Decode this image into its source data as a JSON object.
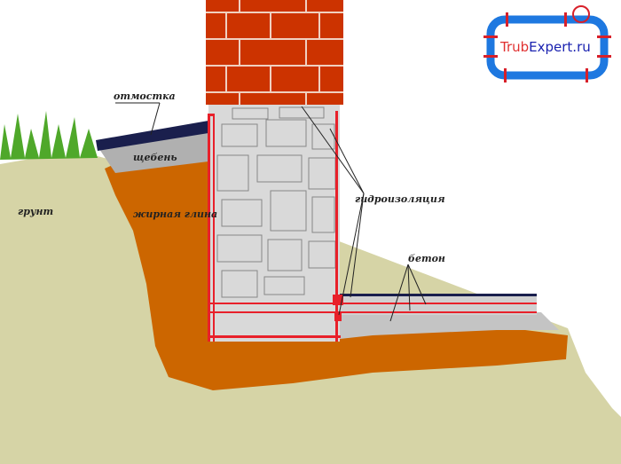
{
  "labels": {
    "otmostka": "отмостка",
    "gravel": "щебень",
    "soil": "грунт",
    "clay": "жирная глина",
    "waterproofing": "гидроизоляция",
    "concrete": "бетон"
  },
  "logo": {
    "part1": "Trub",
    "part2": "Expert.ru"
  },
  "colors": {
    "brick": "#cc3300",
    "stone": "#d8d8d8",
    "soil": "#d6d4a6",
    "clay": "#cc6600",
    "gravel": "#b8b8b8",
    "slab": "#1a1f4d",
    "waterproofing": "#e8202a",
    "pipe": "#1e78e0"
  }
}
